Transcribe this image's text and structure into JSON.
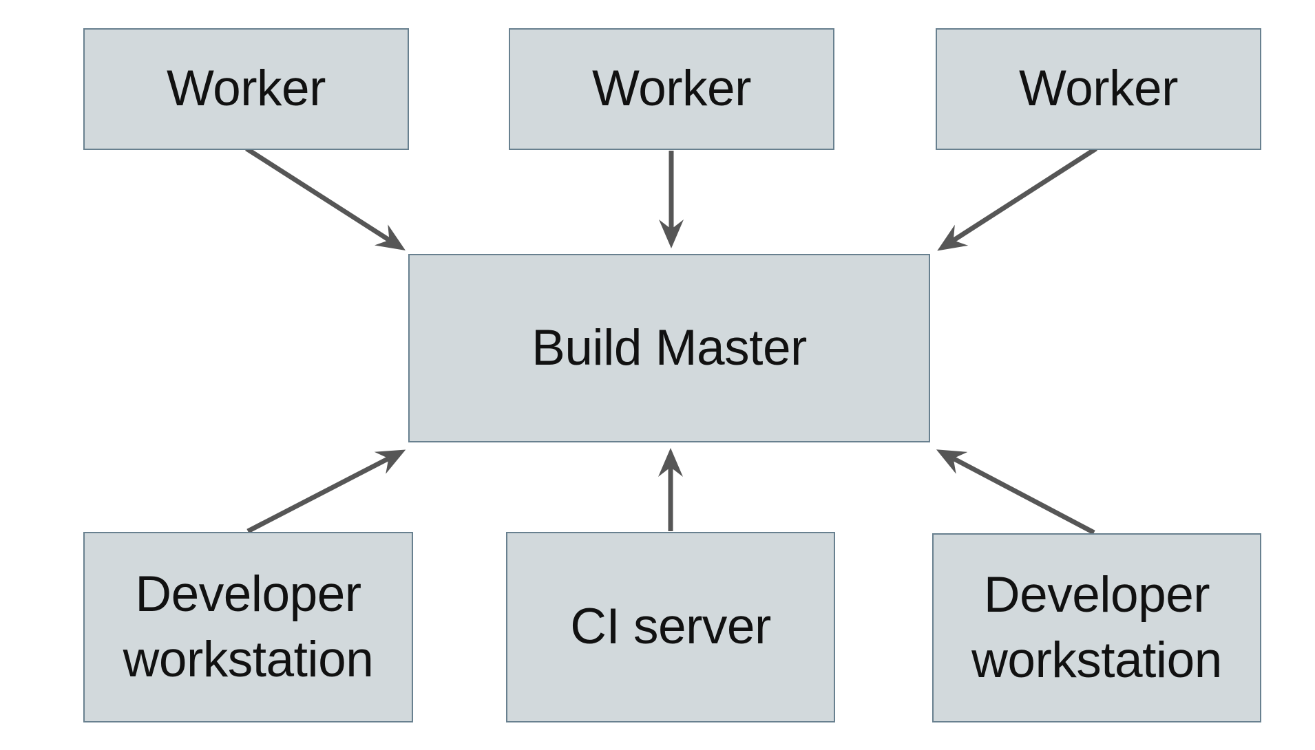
{
  "colors": {
    "node_fill": "#d2d9dc",
    "node_border": "#68808f",
    "arrow_color": "#565656",
    "text_color": "#111111",
    "canvas_bg": "#ffffff"
  },
  "nodes": {
    "worker_left": {
      "label": "Worker"
    },
    "worker_center": {
      "label": "Worker"
    },
    "worker_right": {
      "label": "Worker"
    },
    "build_master": {
      "label": "Build Master"
    },
    "developer_workstation_left": {
      "label": "Developer workstation"
    },
    "ci_server": {
      "label": "CI server"
    },
    "developer_workstation_right": {
      "label": "Developer workstation"
    }
  },
  "edges": [
    {
      "from": "worker_left",
      "to": "build_master"
    },
    {
      "from": "worker_center",
      "to": "build_master"
    },
    {
      "from": "worker_right",
      "to": "build_master"
    },
    {
      "from": "developer_workstation_left",
      "to": "build_master"
    },
    {
      "from": "ci_server",
      "to": "build_master"
    },
    {
      "from": "developer_workstation_right",
      "to": "build_master"
    }
  ]
}
